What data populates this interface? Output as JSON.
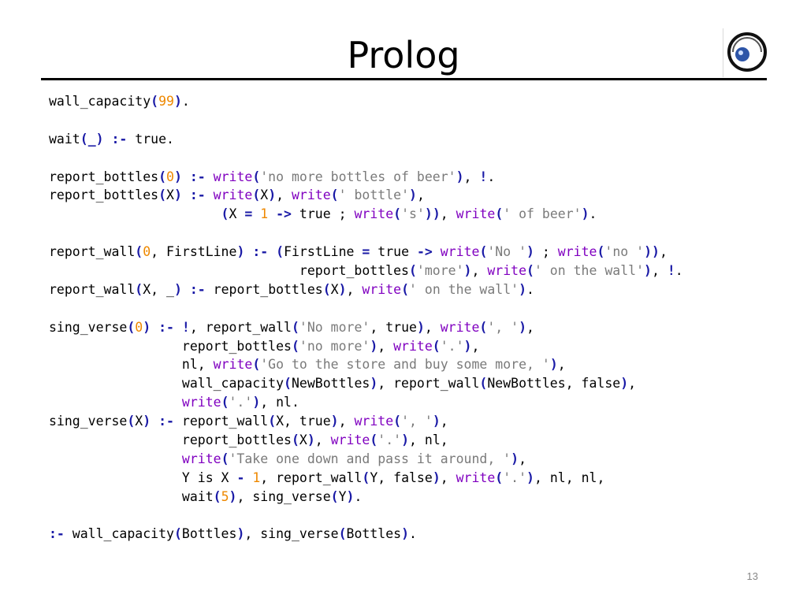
{
  "slide": {
    "title": "Prolog",
    "page_number": "13"
  },
  "logo": {
    "icon": "eclipse-logo-icon"
  },
  "colors": {
    "punctuation": "#1a1aa6",
    "number": "#ee8800",
    "string": "#7a7a7a",
    "builtin": "#8000c0"
  },
  "code_lines": [
    [
      [
        "t",
        "wall_capacity"
      ],
      [
        "p",
        "("
      ],
      [
        "n",
        "99"
      ],
      [
        "p",
        ")"
      ],
      [
        "t",
        "."
      ]
    ],
    [],
    [
      [
        "t",
        "wait"
      ],
      [
        "p",
        "("
      ],
      [
        "p",
        "_"
      ],
      [
        "p",
        ")"
      ],
      [
        "t",
        " "
      ],
      [
        "p",
        ":-"
      ],
      [
        "t",
        " true."
      ]
    ],
    [],
    [
      [
        "t",
        "report_bottles"
      ],
      [
        "p",
        "("
      ],
      [
        "n",
        "0"
      ],
      [
        "p",
        ")"
      ],
      [
        "t",
        " "
      ],
      [
        "p",
        ":-"
      ],
      [
        "t",
        " "
      ],
      [
        "k",
        "write"
      ],
      [
        "p",
        "("
      ],
      [
        "s",
        "'no more bottles of beer'"
      ],
      [
        "p",
        ")"
      ],
      [
        "t",
        ", "
      ],
      [
        "p",
        "!"
      ],
      [
        "t",
        "."
      ]
    ],
    [
      [
        "t",
        "report_bottles"
      ],
      [
        "p",
        "("
      ],
      [
        "t",
        "X"
      ],
      [
        "p",
        ")"
      ],
      [
        "t",
        " "
      ],
      [
        "p",
        ":-"
      ],
      [
        "t",
        " "
      ],
      [
        "k",
        "write"
      ],
      [
        "p",
        "("
      ],
      [
        "t",
        "X"
      ],
      [
        "p",
        ")"
      ],
      [
        "t",
        ", "
      ],
      [
        "k",
        "write"
      ],
      [
        "p",
        "("
      ],
      [
        "s",
        "' bottle'"
      ],
      [
        "p",
        ")"
      ],
      [
        "t",
        ","
      ]
    ],
    [
      [
        "t",
        "                      "
      ],
      [
        "p",
        "("
      ],
      [
        "t",
        "X "
      ],
      [
        "p",
        "="
      ],
      [
        "t",
        " "
      ],
      [
        "n",
        "1"
      ],
      [
        "t",
        " "
      ],
      [
        "p",
        "->"
      ],
      [
        "t",
        " true ; "
      ],
      [
        "k",
        "write"
      ],
      [
        "p",
        "("
      ],
      [
        "s",
        "'s'"
      ],
      [
        "p",
        "))"
      ],
      [
        "t",
        ", "
      ],
      [
        "k",
        "write"
      ],
      [
        "p",
        "("
      ],
      [
        "s",
        "' of beer'"
      ],
      [
        "p",
        ")"
      ],
      [
        "t",
        "."
      ]
    ],
    [],
    [
      [
        "t",
        "report_wall"
      ],
      [
        "p",
        "("
      ],
      [
        "n",
        "0"
      ],
      [
        "t",
        ", FirstLine"
      ],
      [
        "p",
        ")"
      ],
      [
        "t",
        " "
      ],
      [
        "p",
        ":-"
      ],
      [
        "t",
        " "
      ],
      [
        "p",
        "("
      ],
      [
        "t",
        "FirstLine "
      ],
      [
        "p",
        "="
      ],
      [
        "t",
        " true "
      ],
      [
        "p",
        "->"
      ],
      [
        "t",
        " "
      ],
      [
        "k",
        "write"
      ],
      [
        "p",
        "("
      ],
      [
        "s",
        "'No '"
      ],
      [
        "p",
        ")"
      ],
      [
        "t",
        " ; "
      ],
      [
        "k",
        "write"
      ],
      [
        "p",
        "("
      ],
      [
        "s",
        "'no '"
      ],
      [
        "p",
        "))"
      ],
      [
        "t",
        ","
      ]
    ],
    [
      [
        "t",
        "                                "
      ],
      [
        "t",
        "report_bottles"
      ],
      [
        "p",
        "("
      ],
      [
        "s",
        "'more'"
      ],
      [
        "p",
        ")"
      ],
      [
        "t",
        ", "
      ],
      [
        "k",
        "write"
      ],
      [
        "p",
        "("
      ],
      [
        "s",
        "' on the wall'"
      ],
      [
        "p",
        ")"
      ],
      [
        "t",
        ", "
      ],
      [
        "p",
        "!"
      ],
      [
        "t",
        "."
      ]
    ],
    [
      [
        "t",
        "report_wall"
      ],
      [
        "p",
        "("
      ],
      [
        "t",
        "X, _"
      ],
      [
        "p",
        ")"
      ],
      [
        "t",
        " "
      ],
      [
        "p",
        ":-"
      ],
      [
        "t",
        " report_bottles"
      ],
      [
        "p",
        "("
      ],
      [
        "t",
        "X"
      ],
      [
        "p",
        ")"
      ],
      [
        "t",
        ", "
      ],
      [
        "k",
        "write"
      ],
      [
        "p",
        "("
      ],
      [
        "s",
        "' on the wall'"
      ],
      [
        "p",
        ")"
      ],
      [
        "t",
        "."
      ]
    ],
    [],
    [
      [
        "t",
        "sing_verse"
      ],
      [
        "p",
        "("
      ],
      [
        "n",
        "0"
      ],
      [
        "p",
        ")"
      ],
      [
        "t",
        " "
      ],
      [
        "p",
        ":-"
      ],
      [
        "t",
        " "
      ],
      [
        "p",
        "!"
      ],
      [
        "t",
        ", report_wall"
      ],
      [
        "p",
        "("
      ],
      [
        "s",
        "'No more'"
      ],
      [
        "t",
        ", true"
      ],
      [
        "p",
        ")"
      ],
      [
        "t",
        ", "
      ],
      [
        "k",
        "write"
      ],
      [
        "p",
        "("
      ],
      [
        "s",
        "', '"
      ],
      [
        "p",
        ")"
      ],
      [
        "t",
        ","
      ]
    ],
    [
      [
        "t",
        "                 "
      ],
      [
        "t",
        "report_bottles"
      ],
      [
        "p",
        "("
      ],
      [
        "s",
        "'no more'"
      ],
      [
        "p",
        ")"
      ],
      [
        "t",
        ", "
      ],
      [
        "k",
        "write"
      ],
      [
        "p",
        "("
      ],
      [
        "s",
        "'.'"
      ],
      [
        "p",
        ")"
      ],
      [
        "t",
        ","
      ]
    ],
    [
      [
        "t",
        "                 "
      ],
      [
        "t",
        "nl, "
      ],
      [
        "k",
        "write"
      ],
      [
        "p",
        "("
      ],
      [
        "s",
        "'Go to the store and buy some more, '"
      ],
      [
        "p",
        ")"
      ],
      [
        "t",
        ","
      ]
    ],
    [
      [
        "t",
        "                 "
      ],
      [
        "t",
        "wall_capacity"
      ],
      [
        "p",
        "("
      ],
      [
        "t",
        "NewBottles"
      ],
      [
        "p",
        ")"
      ],
      [
        "t",
        ", report_wall"
      ],
      [
        "p",
        "("
      ],
      [
        "t",
        "NewBottles, false"
      ],
      [
        "p",
        ")"
      ],
      [
        "t",
        ","
      ]
    ],
    [
      [
        "t",
        "                 "
      ],
      [
        "k",
        "write"
      ],
      [
        "p",
        "("
      ],
      [
        "s",
        "'.'"
      ],
      [
        "p",
        ")"
      ],
      [
        "t",
        ", nl."
      ]
    ],
    [
      [
        "t",
        "sing_verse"
      ],
      [
        "p",
        "("
      ],
      [
        "t",
        "X"
      ],
      [
        "p",
        ")"
      ],
      [
        "t",
        " "
      ],
      [
        "p",
        ":-"
      ],
      [
        "t",
        " report_wall"
      ],
      [
        "p",
        "("
      ],
      [
        "t",
        "X, true"
      ],
      [
        "p",
        ")"
      ],
      [
        "t",
        ", "
      ],
      [
        "k",
        "write"
      ],
      [
        "p",
        "("
      ],
      [
        "s",
        "', '"
      ],
      [
        "p",
        ")"
      ],
      [
        "t",
        ","
      ]
    ],
    [
      [
        "t",
        "                 "
      ],
      [
        "t",
        "report_bottles"
      ],
      [
        "p",
        "("
      ],
      [
        "t",
        "X"
      ],
      [
        "p",
        ")"
      ],
      [
        "t",
        ", "
      ],
      [
        "k",
        "write"
      ],
      [
        "p",
        "("
      ],
      [
        "s",
        "'.'"
      ],
      [
        "p",
        ")"
      ],
      [
        "t",
        ", nl,"
      ]
    ],
    [
      [
        "t",
        "                 "
      ],
      [
        "k",
        "write"
      ],
      [
        "p",
        "("
      ],
      [
        "s",
        "'Take one down and pass it around, '"
      ],
      [
        "p",
        ")"
      ],
      [
        "t",
        ","
      ]
    ],
    [
      [
        "t",
        "                 "
      ],
      [
        "t",
        "Y is X "
      ],
      [
        "p",
        "-"
      ],
      [
        "t",
        " "
      ],
      [
        "n",
        "1"
      ],
      [
        "t",
        ", report_wall"
      ],
      [
        "p",
        "("
      ],
      [
        "t",
        "Y, false"
      ],
      [
        "p",
        ")"
      ],
      [
        "t",
        ", "
      ],
      [
        "k",
        "write"
      ],
      [
        "p",
        "("
      ],
      [
        "s",
        "'.'"
      ],
      [
        "p",
        ")"
      ],
      [
        "t",
        ", nl, nl,"
      ]
    ],
    [
      [
        "t",
        "                 "
      ],
      [
        "t",
        "wait"
      ],
      [
        "p",
        "("
      ],
      [
        "n",
        "5"
      ],
      [
        "p",
        ")"
      ],
      [
        "t",
        ", sing_verse"
      ],
      [
        "p",
        "("
      ],
      [
        "t",
        "Y"
      ],
      [
        "p",
        ")"
      ],
      [
        "t",
        "."
      ]
    ],
    [],
    [
      [
        "p",
        ":-"
      ],
      [
        "t",
        " wall_capacity"
      ],
      [
        "p",
        "("
      ],
      [
        "t",
        "Bottles"
      ],
      [
        "p",
        ")"
      ],
      [
        "t",
        ", sing_verse"
      ],
      [
        "p",
        "("
      ],
      [
        "t",
        "Bottles"
      ],
      [
        "p",
        ")"
      ],
      [
        "t",
        "."
      ]
    ]
  ]
}
